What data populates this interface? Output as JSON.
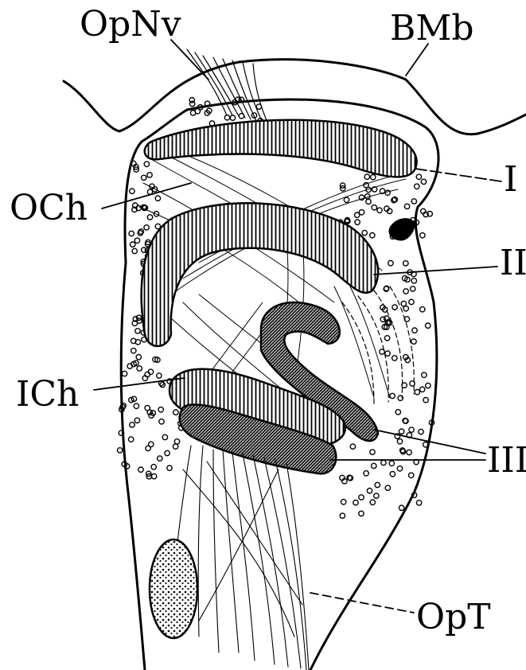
{
  "figure": {
    "labels": {
      "opnv": "OpNv",
      "bmb": "BMb",
      "och": "OCh",
      "layer_1": "I",
      "layer_2": "II",
      "ich": "ICh",
      "layer_3": "III",
      "opt": "OpT"
    },
    "colors": {
      "ink": "#000000",
      "paper": "#ffffff"
    }
  }
}
